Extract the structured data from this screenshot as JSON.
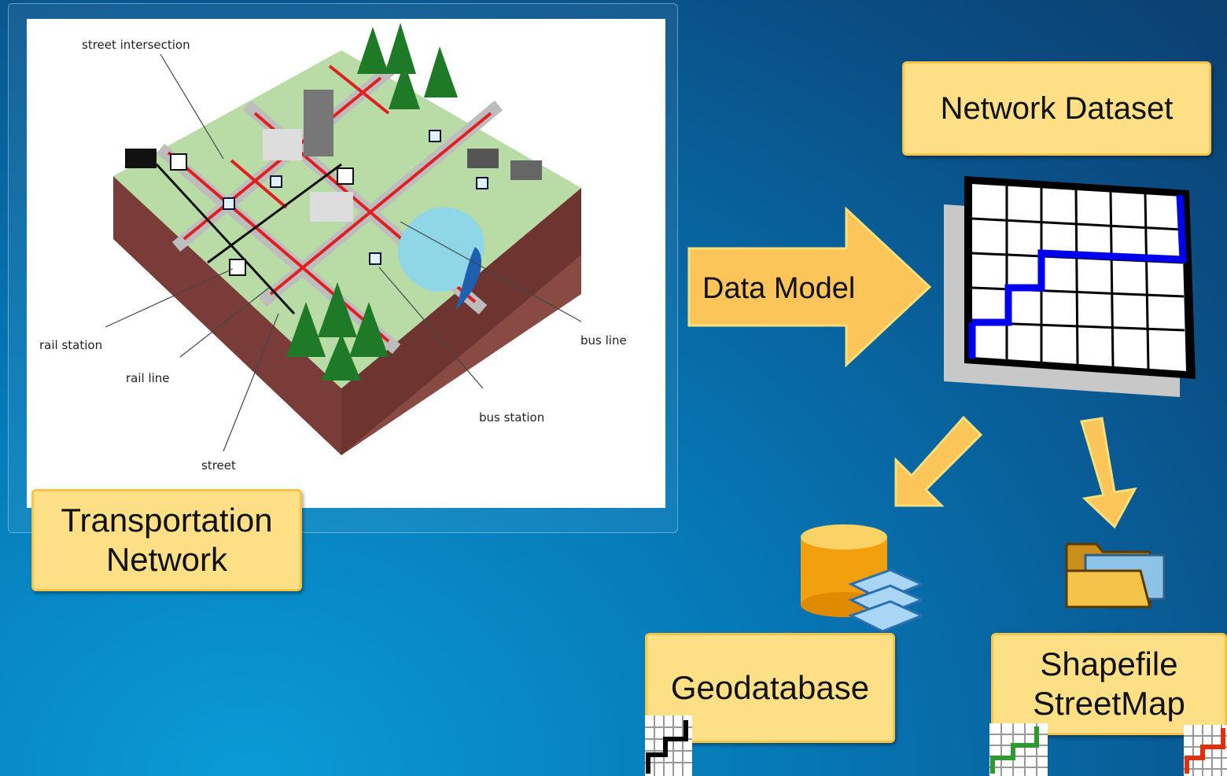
{
  "illustration": {
    "labels": {
      "street_intersection": "street intersection",
      "rail_station": "rail station",
      "rail_line": "rail line",
      "street": "street",
      "bus_station": "bus station",
      "bus_line": "bus line"
    }
  },
  "notes": {
    "transportation_network": [
      "Transportation",
      "Network"
    ],
    "network_dataset": "Network Dataset",
    "geodatabase": "Geodatabase",
    "shapefile": [
      "Shapefile",
      "StreetMap"
    ]
  },
  "arrow_label": "Data Model",
  "colors": {
    "background": "#0677b5",
    "note_fill": "#fde086",
    "note_border": "#f7c44a",
    "arrow_fill": "#fcc55a",
    "route": "#0000ee",
    "street_red": "#e02020"
  },
  "icons": [
    "geodatabase-cylinder-icon",
    "folder-icon",
    "network-grid-black-icon",
    "network-grid-green-icon",
    "network-grid-red-icon"
  ]
}
